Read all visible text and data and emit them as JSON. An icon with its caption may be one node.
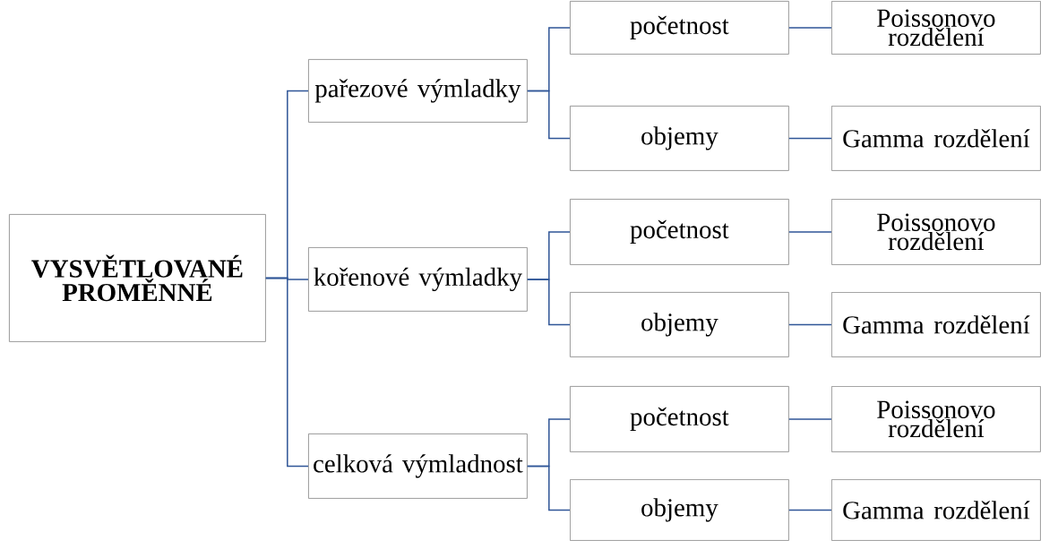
{
  "diagram": {
    "nodes": [
      {
        "text": [
          "VYSVĚTLOVANÉ PROMĚNNÉ"
        ]
      },
      {
        "text": [
          "pařezové výmladky"
        ]
      },
      {
        "text": [
          "početnost"
        ]
      },
      {
        "text": [
          "Poissonovo rozdělení"
        ]
      },
      {
        "text": [
          "objemy"
        ]
      },
      {
        "text": [
          "Gamma rozdělení"
        ]
      },
      {
        "text": [
          "kořenové výmladky"
        ]
      },
      {
        "text": [
          "početnost"
        ]
      },
      {
        "text": [
          "Poissonovo rozdělení"
        ]
      },
      {
        "text": [
          "objemy"
        ]
      },
      {
        "text": [
          "Gamma rozdělení"
        ]
      },
      {
        "text": [
          "celková výmladnost"
        ]
      },
      {
        "text": [
          "početnost"
        ]
      },
      {
        "text": [
          "Poissonovo rozdělení"
        ]
      },
      {
        "text": [
          "objemy"
        ]
      },
      {
        "text": [
          "Gamma rozdělení"
        ]
      }
    ],
    "edges": [
      {
        "from": 0,
        "to": 1,
        "arrow": "none"
      },
      {
        "from": 0,
        "to": 6,
        "arrow": "none"
      },
      {
        "from": 0,
        "to": 11,
        "arrow": "none"
      },
      {
        "from": 1,
        "to": 2,
        "arrow": "none"
      },
      {
        "from": 1,
        "to": 4,
        "arrow": "none"
      },
      {
        "from": 2,
        "to": 3,
        "arrow": "none"
      },
      {
        "from": 4,
        "to": 5,
        "arrow": "none"
      },
      {
        "from": 6,
        "to": 7,
        "arrow": "none"
      },
      {
        "from": 6,
        "to": 9,
        "arrow": "none"
      },
      {
        "from": 7,
        "to": 8,
        "arrow": "none"
      },
      {
        "from": 9,
        "to": 10,
        "arrow": "none"
      },
      {
        "from": 11,
        "to": 12,
        "arrow": "none"
      },
      {
        "from": 11,
        "to": 14,
        "arrow": "none"
      },
      {
        "from": 12,
        "to": 13,
        "arrow": "none"
      },
      {
        "from": 14,
        "to": 15,
        "arrow": "none"
      }
    ]
  }
}
